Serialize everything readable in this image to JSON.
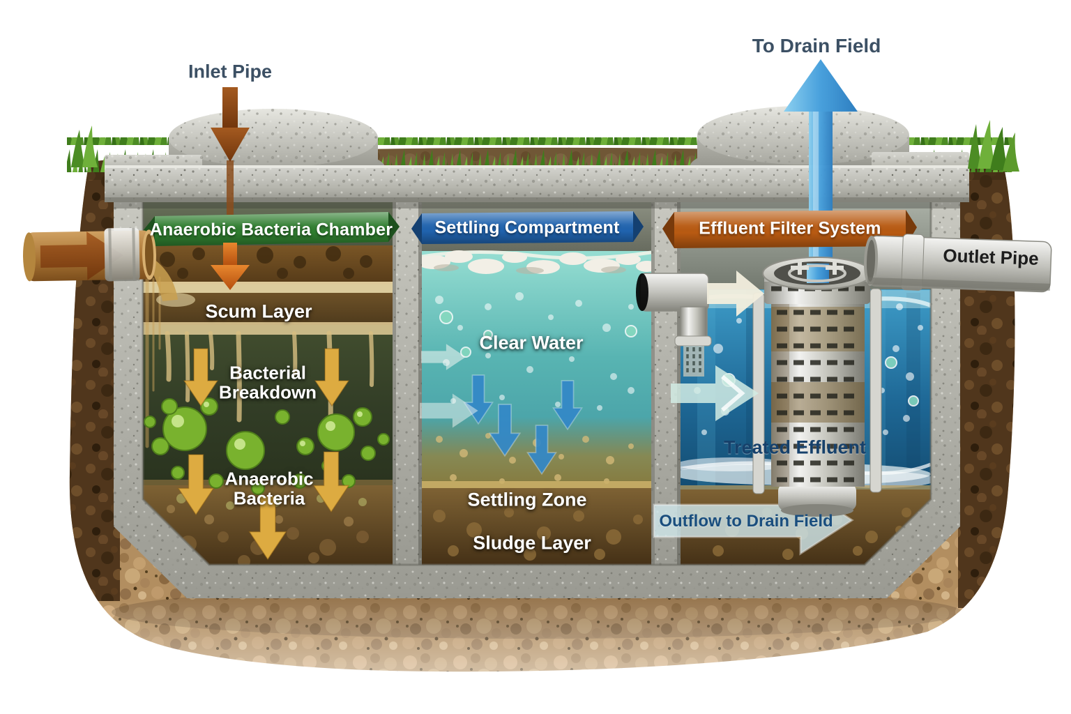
{
  "diagram": {
    "inlet_pipe_label": "Inlet Pipe",
    "to_drain_field_label": "To Drain Field",
    "outlet_pipe_label": "Outlet Pipe",
    "chambers": [
      {
        "banner": "Anaerobic Bacteria Chamber",
        "labels": {
          "scum": "Scum Layer",
          "breakdown": "Bacterial Breakdown",
          "bacteria": "Anaerobic Bacteria"
        }
      },
      {
        "banner": "Settling Compartment",
        "labels": {
          "clear_water": "Clear Water",
          "settling_zone": "Settling Zone",
          "sludge": "Sludge Layer"
        }
      },
      {
        "banner": "Effluent Filter System",
        "labels": {
          "treated": "Treated Effluent",
          "outflow": "Outflow to Drain Field"
        }
      }
    ],
    "colors": {
      "banner_green": "#2f7d2f",
      "banner_blue": "#2063ae",
      "banner_orange": "#b85a12",
      "inlet_arrow": "#b4560f",
      "drain_arrow": "#3388c8",
      "gold_arrow": "#ddab41",
      "label_slate": "#3c5064",
      "label_navy": "#17416b",
      "water_teal": "#4aa4a8",
      "water_blue": "#1c6292"
    }
  }
}
